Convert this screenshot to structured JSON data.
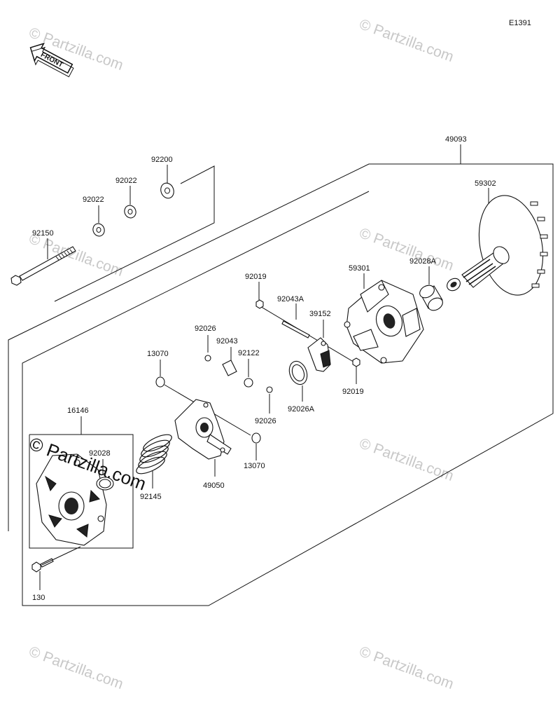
{
  "diagram_id": "E1391",
  "front_label": "FRONT",
  "watermarks": [
    "© Partzilla.com",
    "© Partzilla.com",
    "© Partzilla.com",
    "© Partzilla.com",
    "© Partzilla.com",
    "© Partzilla.com",
    "© Partzilla.com"
  ],
  "watermark_main": "© Partzilla.com",
  "parts": {
    "p49093": "49093",
    "p59302": "59302",
    "p92200": "92200",
    "p92022a": "92022",
    "p92022b": "92022",
    "p92150": "92150",
    "p59301": "59301",
    "p92028A": "92028A",
    "p92019a": "92019",
    "p92043A": "92043A",
    "p39152": "39152",
    "p92026a": "92026",
    "p92043": "92043",
    "p92122": "92122",
    "p13070a": "13070",
    "p92019b": "92019",
    "p92026A": "92026A",
    "p92026b": "92026",
    "p16146": "16146",
    "p92028": "92028",
    "p13070b": "13070",
    "p92145": "92145",
    "p49050": "49050",
    "p130": "130"
  }
}
